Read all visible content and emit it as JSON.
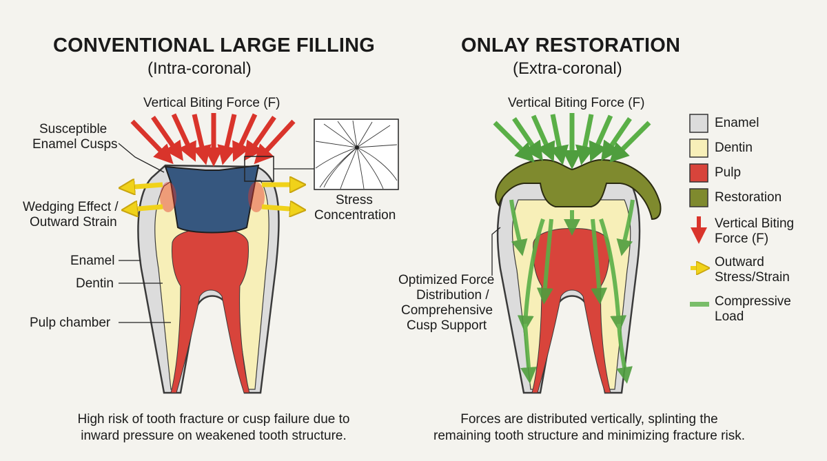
{
  "left_panel": {
    "title": "CONVENTIONAL LARGE FILLING",
    "subtitle": "(Intra-coronal)",
    "force_label": "Vertical Biting Force (F)",
    "cusps_label_1": "Susceptible",
    "cusps_label_2": "Enamel Cusps",
    "wedging_label_1": "Wedging Effect /",
    "wedging_label_2": "Outward Strain",
    "enamel_label": "Enamel",
    "dentin_label": "Dentin",
    "pulp_label": "Pulp chamber",
    "stress_label_1": "Stress",
    "stress_label_2": "Concentration",
    "caption_1": "High risk of tooth fracture or cusp failure due to",
    "caption_2": "inward pressure on weakened tooth structure."
  },
  "right_panel": {
    "title": "ONLAY RESTORATION",
    "subtitle": "(Extra-coronal)",
    "force_label": "Vertical Biting Force (F)",
    "distribution_label_1": "Optimized Force",
    "distribution_label_2": "Distribution /",
    "distribution_label_3": "Comprehensive",
    "distribution_label_4": "Cusp Support",
    "caption_1": "Forces are distributed vertically, splinting the",
    "caption_2": "remaining tooth structure and minimizing fracture risk."
  },
  "legend": {
    "enamel": "Enamel",
    "dentin": "Dentin",
    "pulp": "Pulp",
    "restoration": "Restoration",
    "vertical_force_1": "Vertical Biting",
    "vertical_force_2": "Force (F)",
    "outward_1": "Outward",
    "outward_2": "Stress/Strain",
    "compressive_1": "Compressive",
    "compressive_2": "Load"
  },
  "colors": {
    "enamel": "#dcdcdc",
    "dentin": "#f7efb8",
    "pulp": "#d8443b",
    "filling": "#36577f",
    "restoration": "#7f8a2e",
    "force_red": "#d9342b",
    "outward_yellow": "#f0d21a",
    "compressive_green": "#5aaf47"
  }
}
